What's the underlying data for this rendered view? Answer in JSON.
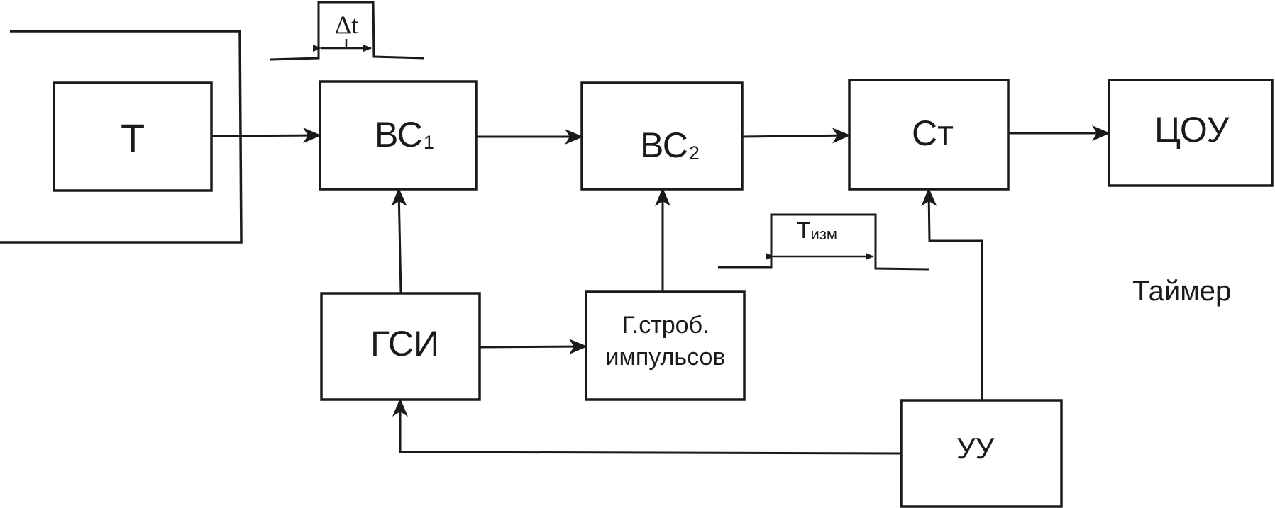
{
  "diagram": {
    "blocks": {
      "t": {
        "label": "Т"
      },
      "bc1": {
        "label": "ВС",
        "index": "1"
      },
      "bc2": {
        "label": "ВС",
        "index": "2"
      },
      "st": {
        "label": "Ст"
      },
      "tsou": {
        "label": "ЦОУ"
      },
      "gsi": {
        "label": "ГСИ"
      },
      "gstrob": {
        "line1": "Г.строб.",
        "line2": "импульсов"
      },
      "uu": {
        "label": "УУ"
      }
    },
    "pulses": {
      "dt": {
        "label": "Δt"
      },
      "tizm": {
        "label": "Т",
        "sub": "изм"
      }
    },
    "timer_label": "Таймер",
    "colors": {
      "stroke": "#1a1a1a",
      "background": "#ffffff"
    }
  }
}
